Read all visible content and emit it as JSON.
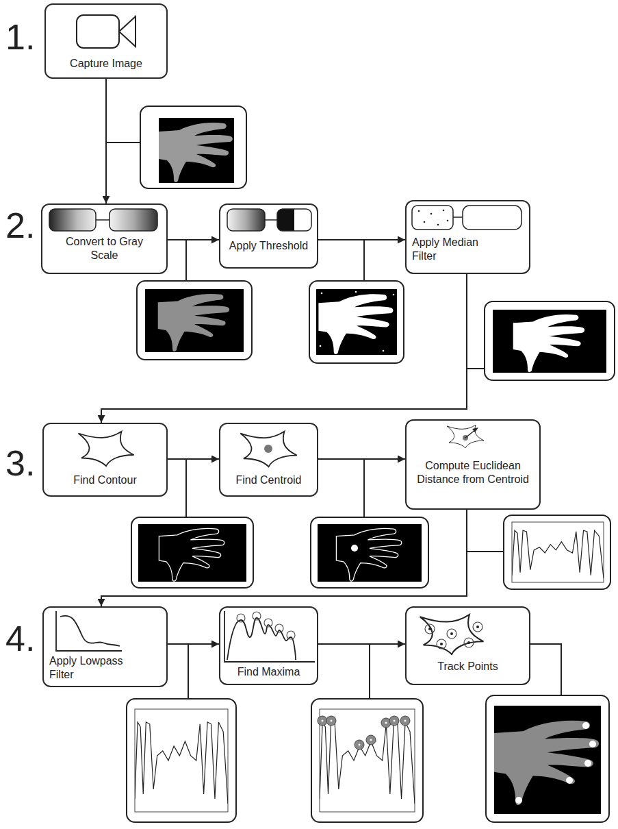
{
  "diagram": {
    "nodes": [
      {
        "text": [
          "Capture Image"
        ]
      },
      {
        "text": [
          "Convert to Gray Scale"
        ]
      },
      {
        "text": [
          "Apply Threshold"
        ]
      },
      {
        "text": [
          "Apply Median Filter"
        ]
      },
      {
        "text": [
          "Find Contour"
        ]
      },
      {
        "text": [
          "Find Centroid"
        ]
      },
      {
        "text": [
          "Compute Euclidean Distance from Centroid"
        ]
      },
      {
        "text": [
          "Apply Lowpass Filter"
        ]
      },
      {
        "text": [
          "Find Maxima"
        ]
      },
      {
        "text": [
          "Track Points"
        ]
      }
    ],
    "edges": [
      {
        "from": 0,
        "to": 1,
        "arrow": "to"
      },
      {
        "from": 1,
        "to": 2,
        "arrow": "to"
      },
      {
        "from": 2,
        "to": 3,
        "arrow": "to"
      },
      {
        "from": 3,
        "to": 4,
        "arrow": "to"
      },
      {
        "from": 4,
        "to": 5,
        "arrow": "to"
      },
      {
        "from": 5,
        "to": 6,
        "arrow": "to"
      },
      {
        "from": 6,
        "to": 7,
        "arrow": "to"
      },
      {
        "from": 7,
        "to": 8,
        "arrow": "to"
      },
      {
        "from": 8,
        "to": 9,
        "arrow": "to"
      }
    ],
    "labels": [
      "1.",
      "2.",
      "3.",
      "4."
    ]
  }
}
